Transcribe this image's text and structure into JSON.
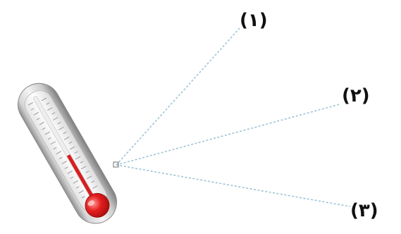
{
  "labels": [
    {
      "id": "label-1",
      "text": "(۱)"
    },
    {
      "id": "label-2",
      "text": "(۲)"
    },
    {
      "id": "label-3",
      "text": "(۳)"
    }
  ],
  "colors": {
    "leader_line": "#9fc4d6",
    "mercury": "#d81e1e",
    "bulb": "#e51f1f",
    "tube_body": "#d9d9d9",
    "label_text": "#111111"
  },
  "icons": {
    "thermometer": "thermometer-icon"
  }
}
